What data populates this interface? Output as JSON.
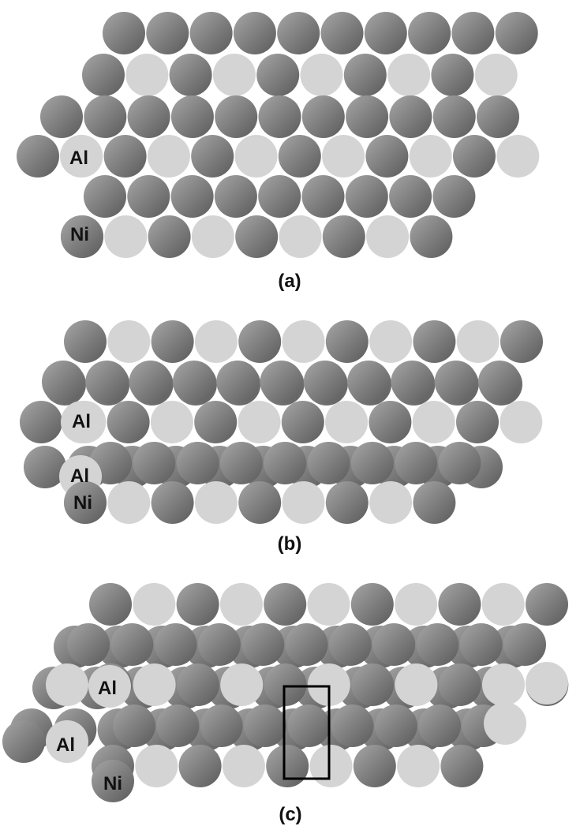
{
  "figure": {
    "panels": [
      {
        "caption": "(a)",
        "labels": [
          "Al",
          "Ni"
        ]
      },
      {
        "caption": "(b)",
        "labels": [
          "Al",
          "Al",
          "Ni"
        ]
      },
      {
        "caption": "(c)",
        "labels": [
          "Al",
          "Al",
          "Ni"
        ]
      }
    ],
    "legend_atoms": {
      "ni": "Ni",
      "al": "Al"
    },
    "colors": {
      "ni_dark": "#5a5a5a",
      "ni_light": "#a6a6a6",
      "al": "#d4d4d4",
      "background": "#ffffff",
      "unit_cell_box": "#000000"
    },
    "unit_cell_box": {
      "present_in": "(c)"
    }
  }
}
